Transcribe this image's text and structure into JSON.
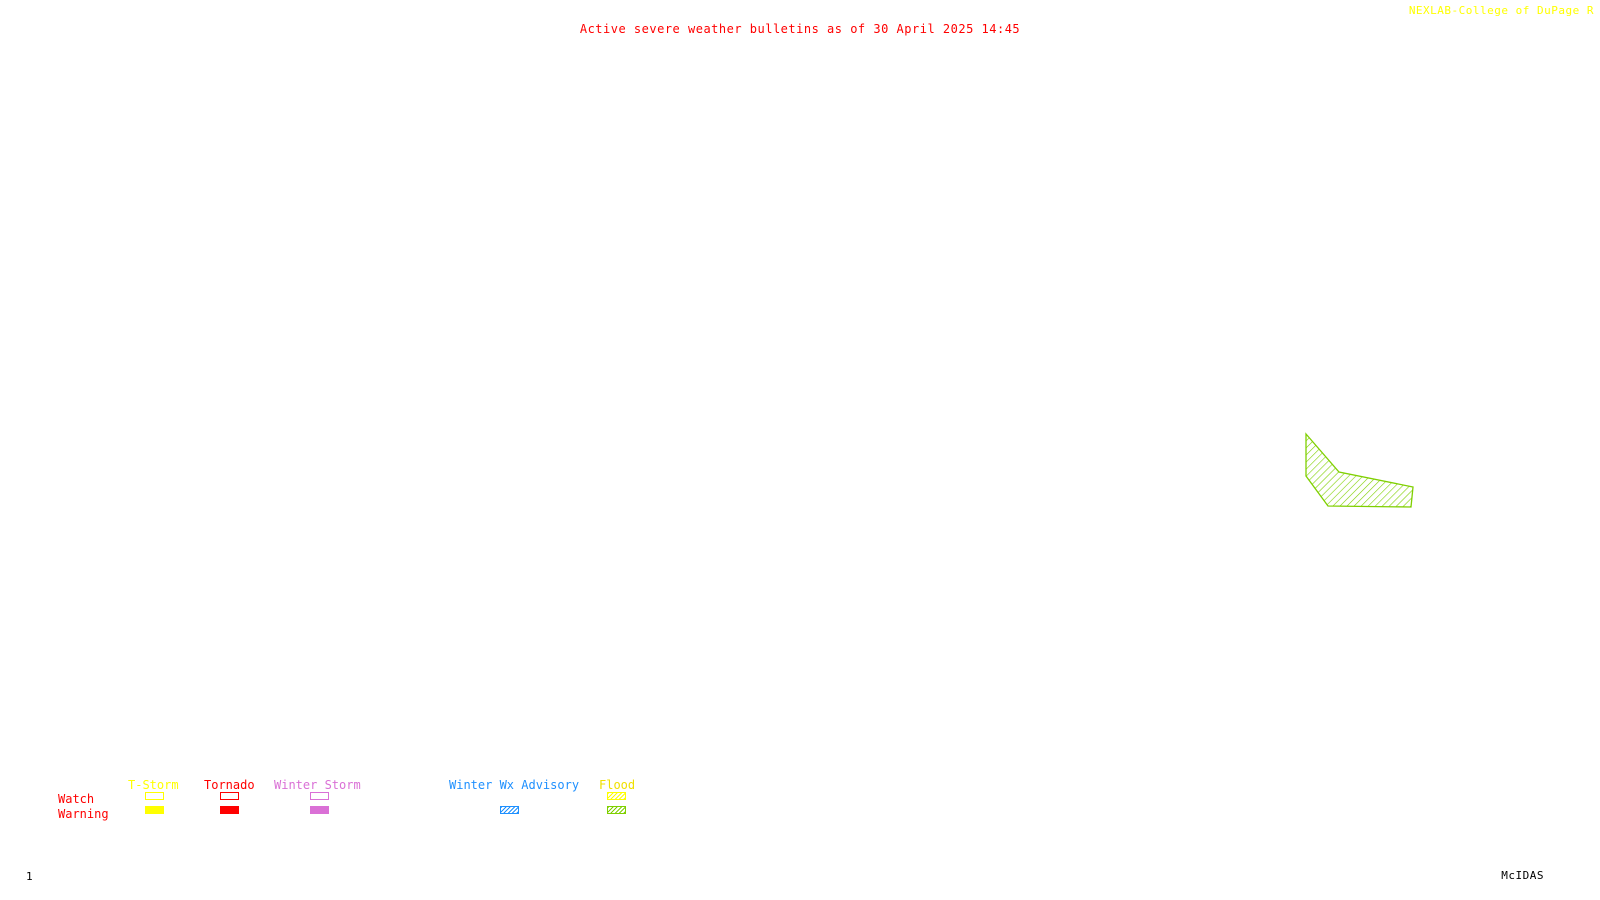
{
  "header": {
    "title": "Active severe weather bulletins as of 30 April 2025 14:45",
    "credit": "NEXLAB-College of DuPage R"
  },
  "legend": {
    "categories": {
      "tstorm": {
        "label": "T-Storm",
        "color": "#ffff00"
      },
      "tornado": {
        "label": "Tornado",
        "color": "#ff0000"
      },
      "winter_storm": {
        "label": "Winter Storm",
        "color": "#da70d6"
      },
      "winter_wx_advisory": {
        "label": "Winter Wx Advisory",
        "color": "#1e90ff"
      },
      "flood": {
        "label": "Flood",
        "color": "#f0e000"
      }
    },
    "rows": {
      "watch": "Watch",
      "warning": "Warning"
    }
  },
  "alerts": [
    {
      "type": "flood-warning",
      "color": "#7fd000",
      "pattern": "hatched"
    }
  ],
  "footer": {
    "frame_number": "1",
    "software": "McIDAS"
  }
}
